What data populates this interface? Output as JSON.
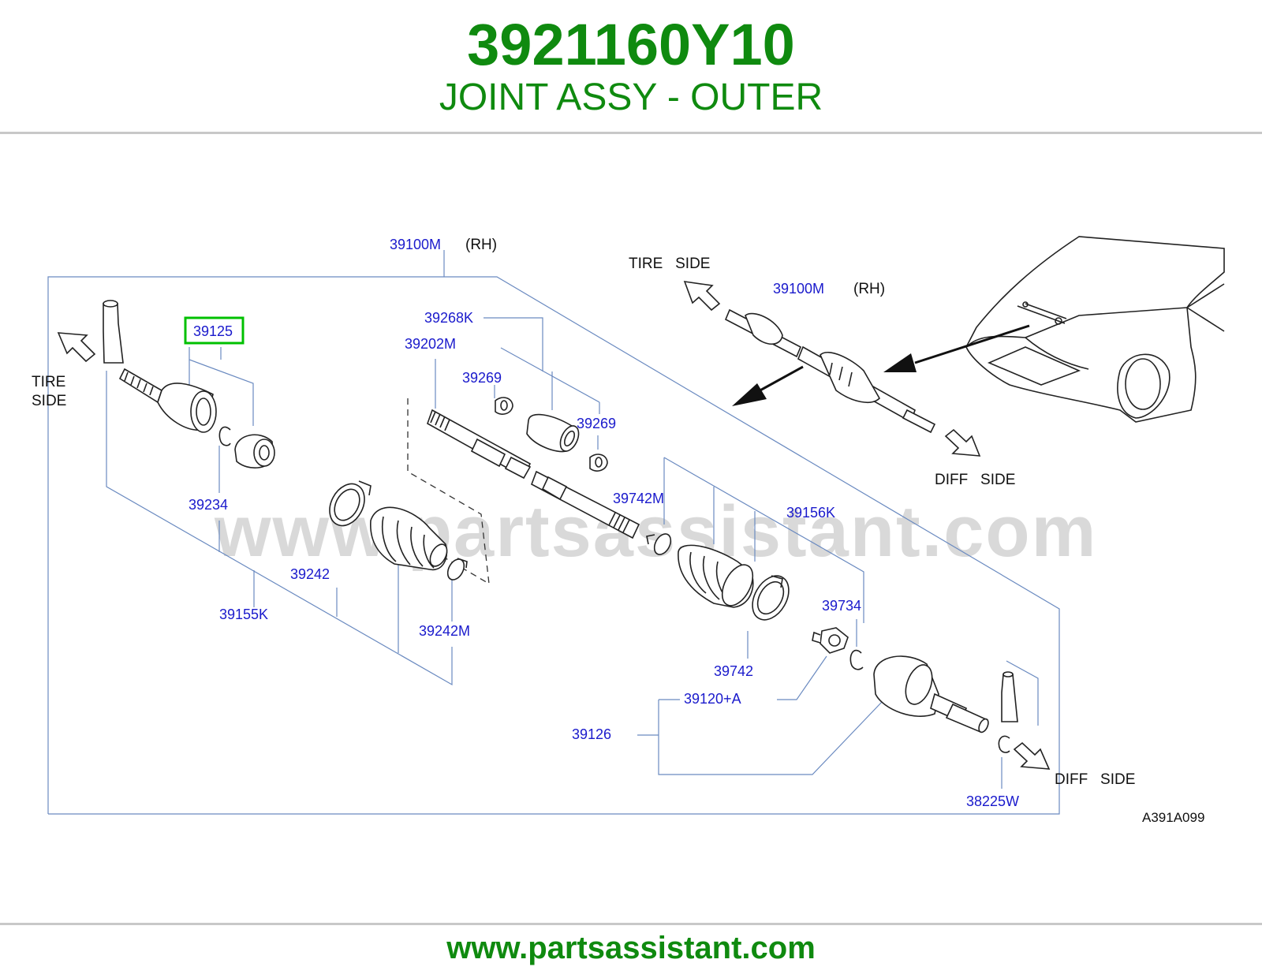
{
  "header": {
    "part_number": "3921160Y10",
    "part_title": "JOINT ASSY - OUTER"
  },
  "footer": {
    "url": "www.partsassistant.com"
  },
  "diagram": {
    "watermark": "www.partsassistant.com",
    "highlight_color": "#00c000",
    "accent_color": "#0f8a0f",
    "label_color": "#1a1acc",
    "labels": {
      "assembly_top": "39100M",
      "rh_top": "(RH)",
      "highlighted": "39125",
      "p39268k": "39268K",
      "p39202m": "39202M",
      "p39269a": "39269",
      "p39269b": "39269",
      "p39234": "39234",
      "p39742m": "39742M",
      "p39156k": "39156K",
      "p39242": "39242",
      "p39155k": "39155K",
      "p39242m": "39242M",
      "p39734": "39734",
      "p39742": "39742",
      "p39120a": "39120+A",
      "p39126": "39126",
      "p38225w": "38225W",
      "inset_assembly": "39100M",
      "inset_rh": "(RH)",
      "figure_code": "A391A099"
    },
    "directions": {
      "tire_left_1": "TIRE",
      "tire_left_2": "SIDE",
      "tire_inset": "TIRE   SIDE",
      "diff_inset": "DIFF   SIDE",
      "diff_bottom": "DIFF   SIDE"
    }
  }
}
